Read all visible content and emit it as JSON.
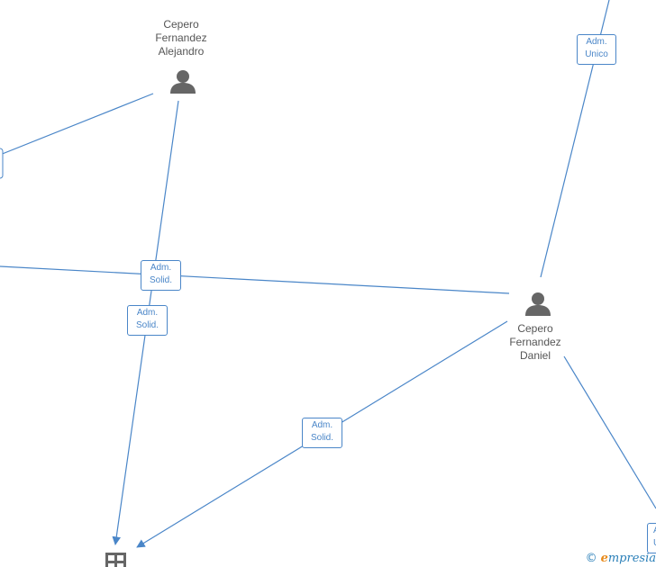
{
  "nodes": {
    "person_a": {
      "lines": [
        "Cepero",
        "Fernandez",
        "Alejandro"
      ]
    },
    "person_d": {
      "lines": [
        "Cepero",
        "Fernandez",
        "Daniel"
      ]
    }
  },
  "edges": {
    "adm_unico": {
      "lines": [
        "Adm.",
        "Unico"
      ]
    },
    "adm_solid_1": {
      "lines": [
        "Adm.",
        "Solid."
      ]
    },
    "adm_solid_2": {
      "lines": [
        "Adm.",
        "Solid."
      ]
    },
    "adm_solid_3": {
      "lines": [
        "Adm.",
        "Solid."
      ]
    },
    "partial_right": {
      "lines": [
        "A",
        "U"
      ]
    }
  },
  "watermark": {
    "copyright": "©",
    "brand_initial": "e",
    "brand_rest": "mpresia"
  },
  "colors": {
    "edge": "#4a86c8",
    "icon": "#666666",
    "text": "#555555"
  }
}
